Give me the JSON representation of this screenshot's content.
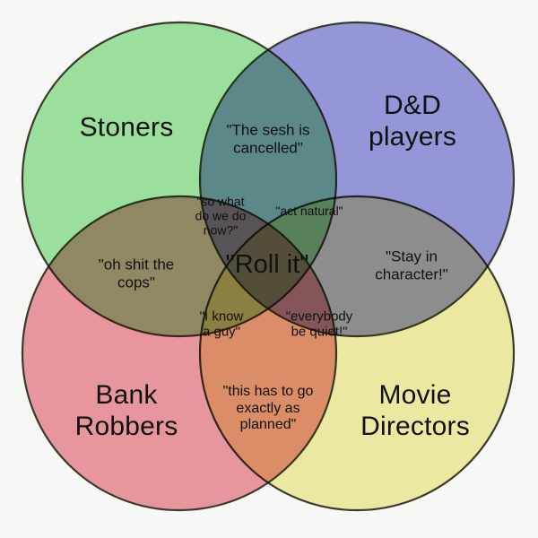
{
  "diagram": {
    "type": "venn",
    "set_count": 4,
    "background_color": "#f7f7f5",
    "outline_color": "#3d3d2e",
    "text_color": "#111111"
  },
  "sets": [
    {
      "key": "stoners",
      "label": "Stoners",
      "color": "#9fe8a3",
      "position": "top-left"
    },
    {
      "key": "dnd_players",
      "label": "D&D players",
      "color": "#9a9be0",
      "position": "top-right"
    },
    {
      "key": "bank_robbers",
      "label": "Bank\nRobbers",
      "color": "#ee9ba2",
      "position": "bottom-left"
    },
    {
      "key": "movie_directors",
      "label": "Movie\nDirectors",
      "color": "#f2f0a8",
      "position": "bottom-right"
    }
  ],
  "intersections": [
    {
      "key": "stoners_dnd",
      "sets": [
        "Stoners",
        "D&D players"
      ],
      "label": "\"The sesh is\ncancelled\""
    },
    {
      "key": "stoners_bankrobbers",
      "sets": [
        "Stoners",
        "Bank Robbers"
      ],
      "label": "\"oh shit the\ncops\""
    },
    {
      "key": "dnd_moviedirectors",
      "sets": [
        "D&D players",
        "Movie Directors"
      ],
      "label": "\"Stay in character!\""
    },
    {
      "key": "bankrobbers_moviedirectors",
      "sets": [
        "Bank Robbers",
        "Movie Directors"
      ],
      "label": "\"this has to go\nexactly as\nplanned\""
    },
    {
      "key": "stoners_dnd_bankrobbers",
      "sets": [
        "Stoners",
        "D&D players",
        "Bank Robbers"
      ],
      "label": "\"so what\ndo we do\nnow?\""
    },
    {
      "key": "stoners_dnd_moviedirectors",
      "sets": [
        "Stoners",
        "D&D players",
        "Movie Directors"
      ],
      "label": "\"act natural\""
    },
    {
      "key": "stoners_bankrobbers_moviedirectors",
      "sets": [
        "Stoners",
        "Bank Robbers",
        "Movie Directors"
      ],
      "label": "\"I know\na guy\""
    },
    {
      "key": "dnd_bankrobbers_moviedirectors",
      "sets": [
        "D&D players",
        "Bank Robbers",
        "Movie Directors"
      ],
      "label": "\"everybody\nbe quiet!\""
    },
    {
      "key": "all_four",
      "sets": [
        "Stoners",
        "D&D players",
        "Bank Robbers",
        "Movie Directors"
      ],
      "label": "\"Roll it\""
    }
  ]
}
